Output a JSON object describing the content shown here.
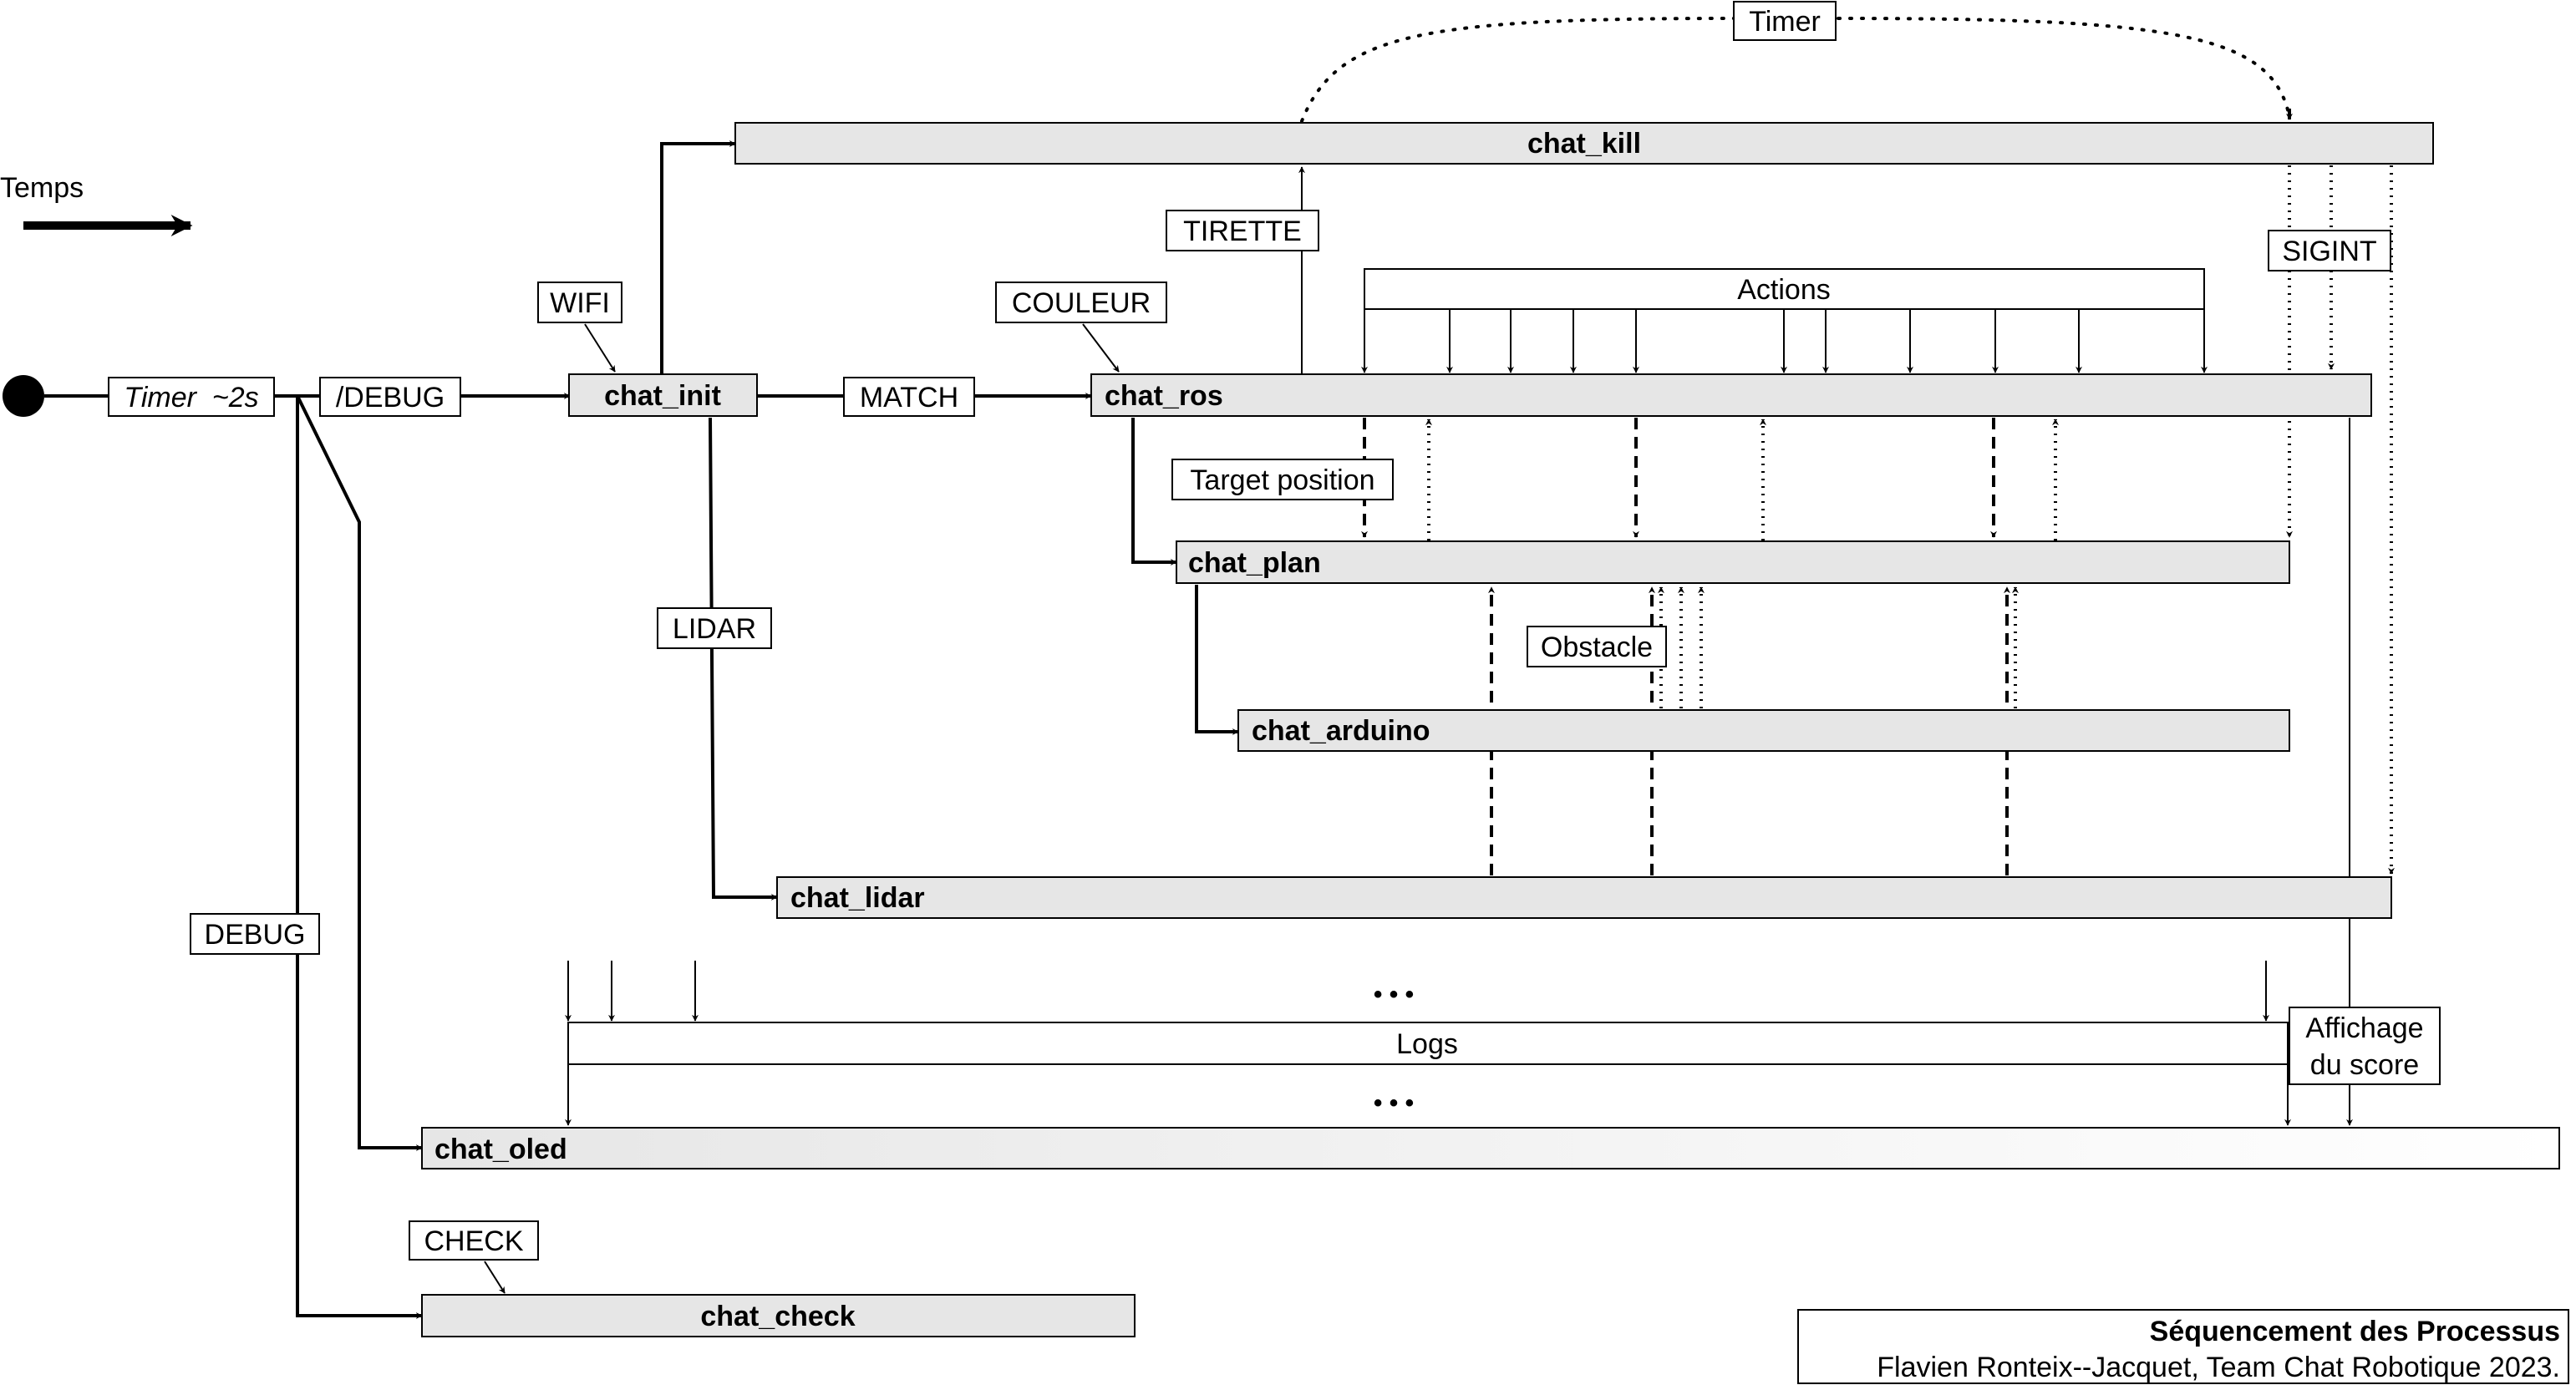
{
  "time_label": "Temps",
  "processes": {
    "kill": "chat_kill",
    "init": "chat_init",
    "ros": "chat_ros",
    "plan": "chat_plan",
    "arduino": "chat_arduino",
    "lidar": "chat_lidar",
    "oled": "chat_oled",
    "check": "chat_check"
  },
  "signals": {
    "timer_start": "Timer  ~2s",
    "debug_flag": "/DEBUG",
    "match": "MATCH",
    "wifi": "WIFI",
    "couleur": "COULEUR",
    "tirette": "TIRETTE",
    "timer": "Timer",
    "sigint": "SIGINT",
    "lidar": "LIDAR",
    "target_position": "Target position",
    "obstacle": "Obstacle",
    "debug": "DEBUG",
    "check": "CHECK",
    "actions": "Actions",
    "logs": "Logs",
    "ellipsis_top": "• • •",
    "ellipsis_bottom": "• • •",
    "affichage_line1": "Affichage",
    "affichage_line2": "du score"
  },
  "caption": {
    "title": "Séquencement des Processus",
    "author": "Flavien Ronteix--Jacquet, Team Chat Robotique 2023."
  },
  "colors": {
    "process_fill": "#e6e6e6",
    "stroke": "#000000",
    "background": "#ffffff"
  }
}
